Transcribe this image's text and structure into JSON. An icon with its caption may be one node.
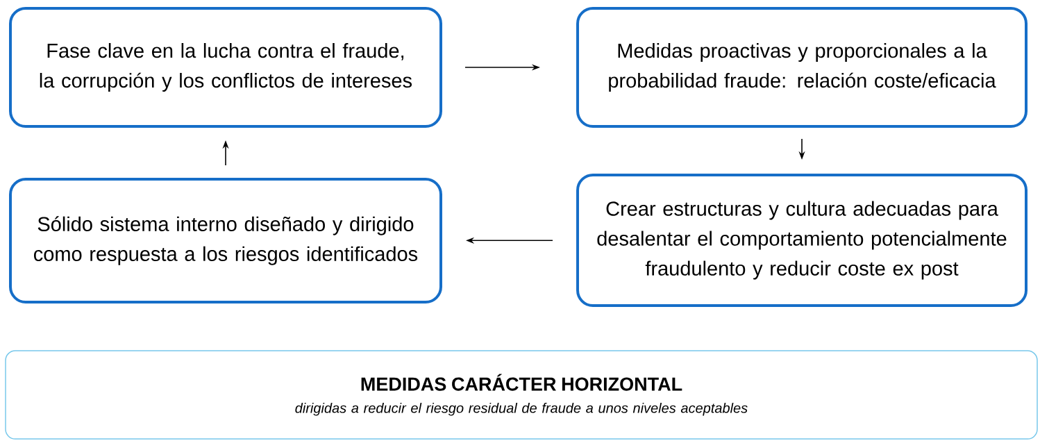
{
  "diagram": {
    "nodes": [
      {
        "text": [
          "Fase clave en la lucha contra el fraude, la corrupción y los conflictos de intereses"
        ]
      },
      {
        "text": [
          "Medidas proactivas y proporcionales a la probabilidad fraude: relación coste/eficacia"
        ]
      },
      {
        "text": [
          "Crear estructuras y cultura adecuadas para desalentar el comportamiento potencialmente fraudulento y reducir coste ex post"
        ]
      },
      {
        "text": [
          "Sólido sistema interno  diseñado y dirigido como respuesta a los riesgos identificados"
        ]
      },
      {
        "text": [
          "MEDIDAS CARÁCTER HORIZONTAL",
          "dirigidas a reducir el riesgo residual de fraude a unos niveles aceptables"
        ]
      }
    ],
    "edges": [
      {
        "from": 0,
        "to": 1,
        "arrow": "to"
      },
      {
        "from": 1,
        "to": 2,
        "arrow": "to"
      },
      {
        "from": 2,
        "to": 3,
        "arrow": "to"
      },
      {
        "from": 3,
        "to": 0,
        "arrow": "to"
      }
    ]
  }
}
